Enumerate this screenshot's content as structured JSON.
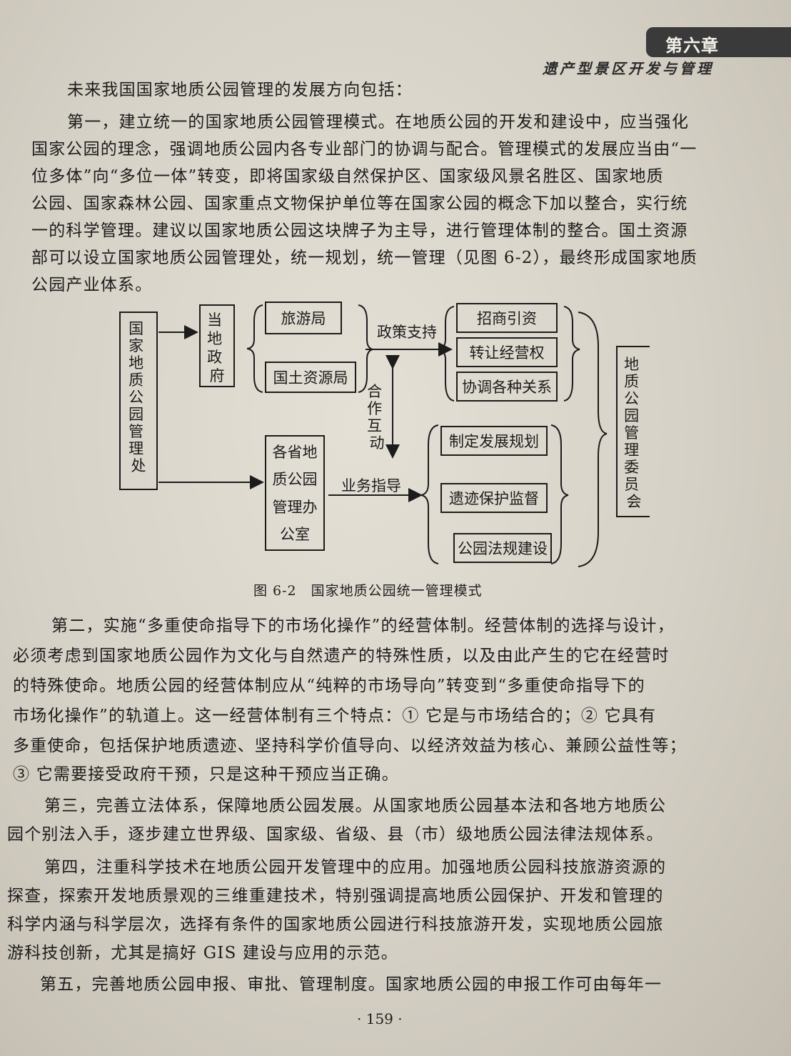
{
  "header": {
    "chapter": "第六章",
    "subtitle": "遗产型景区开发与管理"
  },
  "intro": {
    "lines": [
      "未来我国国家地质公园管理的发展方向包括：",
      "第一，建立统一的国家地质公园管理模式。在地质公园的开发和建设中，应当强化",
      "国家公园的理念，强调地质公园内各专业部门的协调与配合。管理模式的发展应当由“一",
      "位多体”向“多位一体”转变，即将国家级自然保护区、国家级风景名胜区、国家地质",
      "公园、国家森林公园、国家重点文物保护单位等在国家公园的概念下加以整合，实行统",
      "一的科学管理。建议以国家地质公园这块牌子为主导，进行管理体制的整合。国土资源",
      "部可以设立国家地质公园管理处，统一规划，统一管理（见图 6-2），最终形成国家地质",
      "公园产业体系。"
    ]
  },
  "figure": {
    "left_box": "国家地质公园管理处",
    "local_gov": "当地政府",
    "tourism_bureau": "旅游局",
    "land_bureau": "国土资源局",
    "policy_support": "政策支持",
    "invest": "招商引资",
    "transfer": "转让经营权",
    "coordinate": "协调各种关系",
    "cooperation": "合作互动",
    "provincial_office": [
      "各省地",
      "质公园",
      "管理办",
      "公室"
    ],
    "business_guidance": "业务指导",
    "plan": "制定发展规划",
    "monitor": "遗迹保护监督",
    "law": "公园法规建设",
    "committee": "地质公园管理委员会",
    "caption": "图 6-2　国家地质公园统一管理模式"
  },
  "body": {
    "lines": [
      "第二，实施“多重使命指导下的市场化操作”的经营体制。经营体制的选择与设计，",
      "必须考虑到国家地质公园作为文化与自然遗产的特殊性质，以及由此产生的它在经营时",
      "的特殊使命。地质公园的经营体制应从“纯粹的市场导向”转变到“多重使命指导下的",
      "市场化操作”的轨道上。这一经营体制有三个特点：① 它是与市场结合的；② 它具有",
      "多重使命，包括保护地质遗迹、坚持科学价值导向、以经济效益为核心、兼顾公益性等；",
      "③ 它需要接受政府干预，只是这种干预应当正确。",
      "第三，完善立法体系，保障地质公园发展。从国家地质公园基本法和各地方地质公",
      "园个别法入手，逐步建立世界级、国家级、省级、县（市）级地质公园法律法规体系。",
      "第四，注重科学技术在地质公园开发管理中的应用。加强地质公园科技旅游资源的",
      "探查，探索开发地质景观的三维重建技术，特别强调提高地质公园保护、开发和管理的",
      "科学内涵与科学层次，选择有条件的国家地质公园进行科技旅游开发，实现地质公园旅",
      "游科技创新，尤其是搞好 GIS 建设与应用的示范。",
      "第五，完善地质公园申报、审批、管理制度。国家地质公园的申报工作可由每年一"
    ]
  },
  "footer": {
    "page_number": "· 159 ·"
  }
}
